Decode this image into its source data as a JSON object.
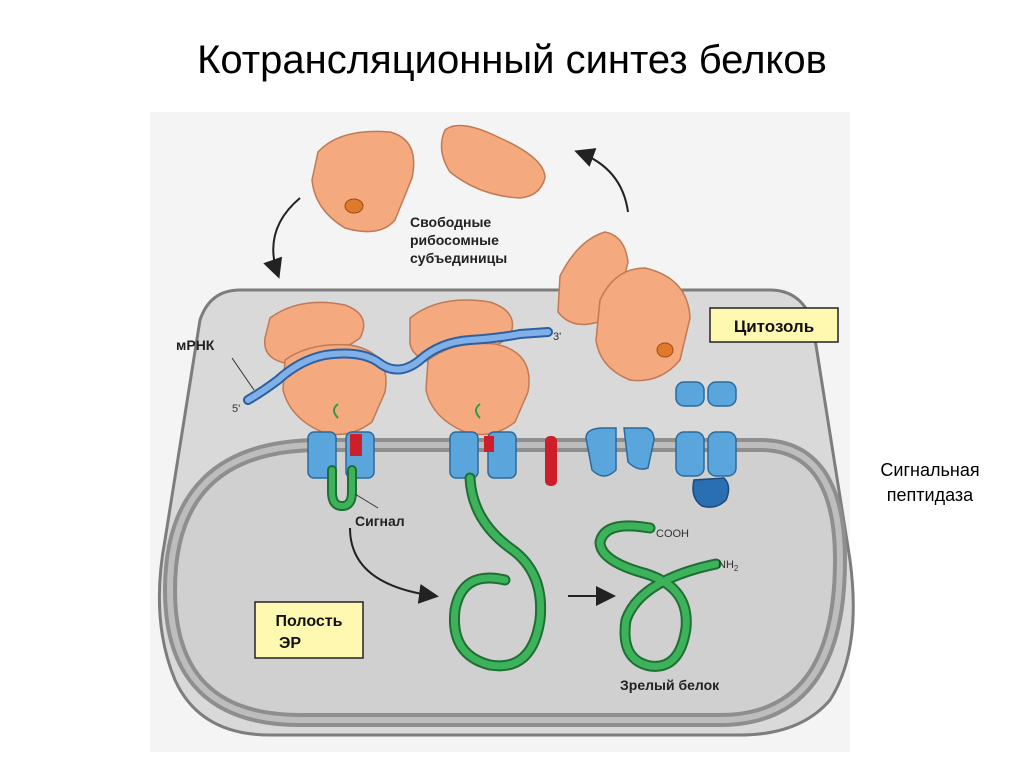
{
  "title": "Котрансляционный синтез белков",
  "side_label": {
    "line1": "Сигнальная",
    "line2": "пептидаза"
  },
  "diagram": {
    "free_subunits": [
      "Свободные",
      "рибосомные",
      "субъединицы"
    ],
    "mrna": "мРНК",
    "five_prime": "5'",
    "three_prime": "3'",
    "cytosol": "Цитозоль",
    "signal": "Сигнал",
    "er_lumen": [
      "Полость",
      "ЭР"
    ],
    "cooh": "COOH",
    "nh2": "NH",
    "nh2_sub": "2",
    "mature_protein": "Зрелый белок"
  },
  "colors": {
    "ribosome": "#f4a97e",
    "ribosome_stroke": "#c07a55",
    "membrane": "#8e8e8e",
    "cytosol_bg": "#d9d9d9",
    "lumen_bg": "#d4d4d4",
    "mrna": "#5b8fd6",
    "translocon": "#5aa6dc",
    "protein": "#2f9a49",
    "signal": "#cc1f2a",
    "label_box": "#fff8b0"
  }
}
